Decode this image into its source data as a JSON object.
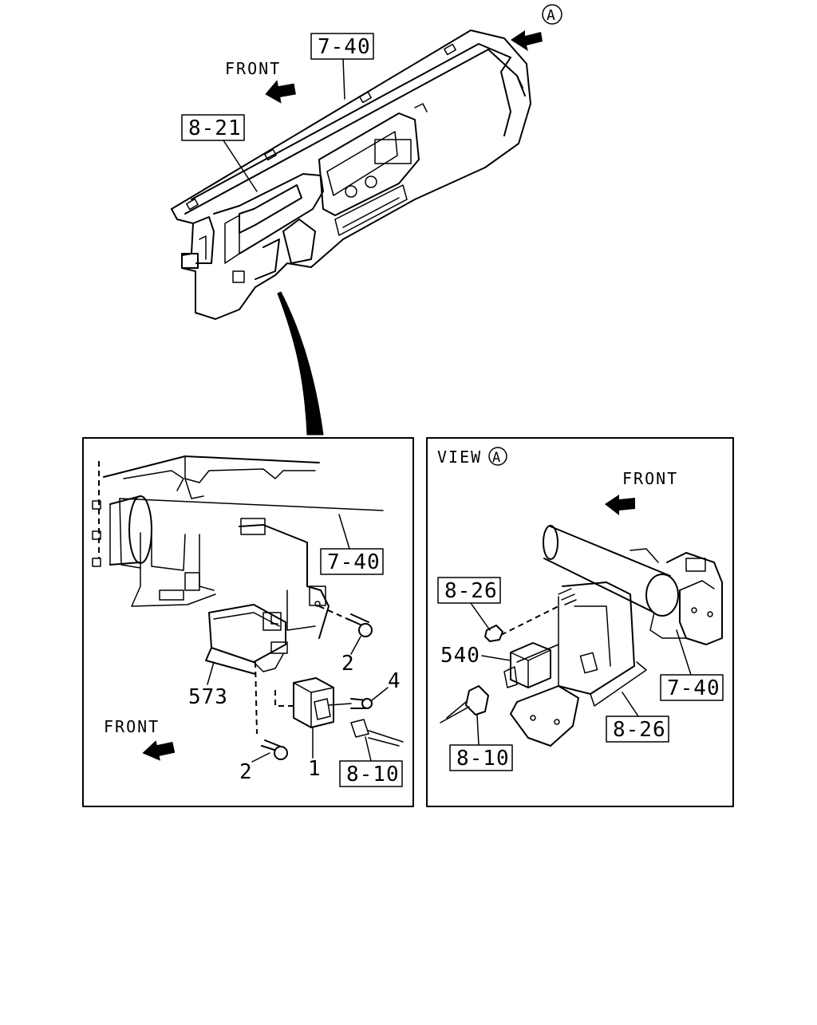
{
  "callouts": {
    "top_ref_dash": "7-40",
    "top_ref_meter": "8-21",
    "left_ref_dash": "7-40",
    "left_ref_harness": "8-10",
    "right_ref_bracket_a": "8-26",
    "right_ref_bracket_b": "8-26",
    "right_ref_dash": "7-40",
    "right_ref_harness": "8-10"
  },
  "labels": {
    "front": "FRONT",
    "view_prefix": "VIEW",
    "view_marker": "A",
    "part_1": "1",
    "part_2a": "2",
    "part_2b": "2",
    "part_4": "4",
    "part_573": "573",
    "part_540": "540"
  }
}
